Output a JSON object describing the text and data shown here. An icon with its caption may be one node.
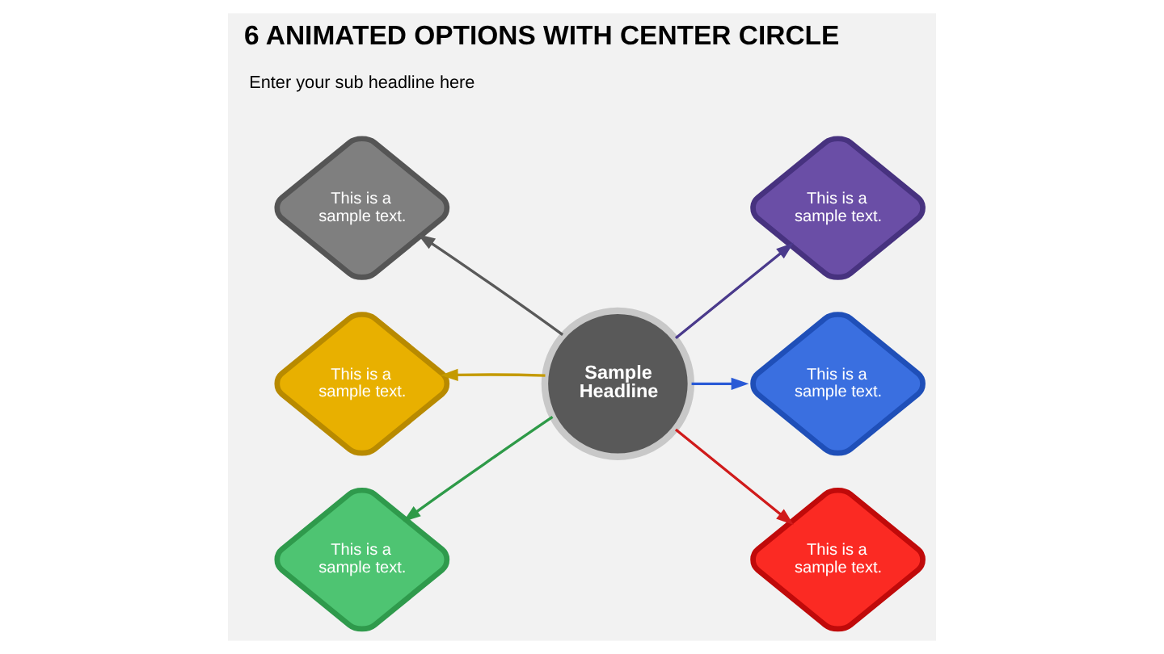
{
  "diagram": {
    "title": "6 ANIMATED OPTIONS WITH CENTER CIRCLE",
    "nodes": [
      {
        "text": [
          "This is a sample text."
        ]
      },
      {
        "text": [
          "This is a sample text."
        ]
      },
      {
        "text": [
          "This is a sample text."
        ]
      },
      {
        "text": [
          "Sample Headline"
        ]
      },
      {
        "text": [
          "This is a sample text."
        ]
      },
      {
        "text": [
          "This is a sample text."
        ]
      },
      {
        "text": [
          "This is a sample text."
        ]
      }
    ],
    "edges": [
      {
        "from": 3,
        "to": 0,
        "arrow": "to",
        "color": "#595959"
      },
      {
        "from": 3,
        "to": 1,
        "arrow": "to",
        "color": "#4a3a8c"
      },
      {
        "from": 3,
        "to": 2,
        "arrow": "to",
        "color": "#c49a00"
      },
      {
        "from": 3,
        "to": 4,
        "arrow": "to",
        "color": "#2a5ad6"
      },
      {
        "from": 3,
        "to": 5,
        "arrow": "to",
        "color": "#2e9a48"
      },
      {
        "from": 3,
        "to": 6,
        "arrow": "to",
        "color": "#d01b1b"
      }
    ],
    "labels": [
      "Enter your sub headline here"
    ]
  }
}
